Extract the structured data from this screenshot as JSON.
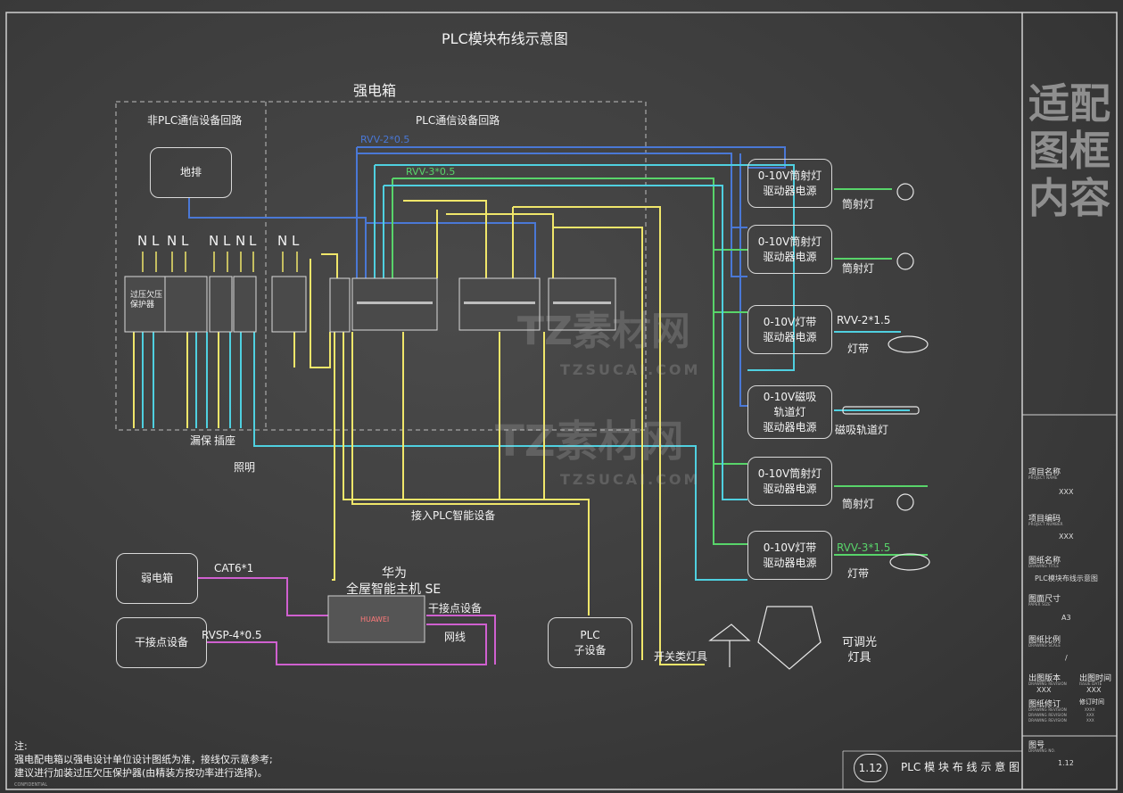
{
  "title": "PLC模块布线示意图",
  "strong_box_label": "强电箱",
  "zones": {
    "non_plc": "非PLC通信设备回路",
    "plc": "PLC通信设备回路"
  },
  "floor_drain": "地排",
  "terminal_labels": [
    "N",
    "L",
    "N",
    "L",
    "N",
    "L",
    "N",
    "L",
    "N",
    "L"
  ],
  "protector_label": "过压欠压\n保护器",
  "output_labels": {
    "leakage": "漏保",
    "socket": "插座",
    "lighting": "照明"
  },
  "cables": {
    "rvv_2_05": "RVV-2*0.5",
    "rvv_3_05": "RVV-3*0.5",
    "rvv_2_15": "RVV-2*1.5",
    "rvv_3_15": "RVV-3*1.5",
    "cat6": "CAT6*1",
    "rvsp": "RVSP-4*0.5"
  },
  "access_label": "接入PLC智能设备",
  "drivers": [
    {
      "label": "0-10V筒射灯\n驱动器电源",
      "fixture": "筒射灯"
    },
    {
      "label": "0-10V筒射灯\n驱动器电源",
      "fixture": "筒射灯"
    },
    {
      "label": "0-10V灯带\n驱动器电源",
      "fixture": "灯带"
    },
    {
      "label": "0-10V磁吸\n轨道灯\n驱动器电源",
      "fixture": "磁吸轨道灯"
    },
    {
      "label": "0-10V筒射灯\n驱动器电源",
      "fixture": "筒射灯"
    },
    {
      "label": "0-10V灯带\n驱动器电源",
      "fixture": "灯带"
    }
  ],
  "weak_box": "弱电箱",
  "dry_contact_device": "干接点设备",
  "host": {
    "line1": "华为",
    "line2": "全屋智能主机 SE",
    "brand": "HUAWEI",
    "dry_contact": "干接点设备",
    "network": "网线"
  },
  "plc_sub": "PLC\n子设备",
  "switch_lamp": "开关类灯具",
  "dimmable": "可调光\n灯具",
  "notes": {
    "heading": "注:",
    "line1": "强电配电箱以强电设计单位设计图纸为准，接线仅示意参考;",
    "line2": "建议进行加装过压欠压保护器(由精装方按功率进行选择)。",
    "confidential": "CONFIDENTIAL"
  },
  "side_title": "适配图框内容",
  "title_block": {
    "project_name": {
      "label": "项目名称",
      "sub": "PROJECT NAME",
      "value": "XXX"
    },
    "project_number": {
      "label": "项目编码",
      "sub": "PROJECT NUMBER",
      "value": "XXX"
    },
    "drawing_title": {
      "label": "图纸名称",
      "sub": "DRAWING TITLE",
      "value": "PLC模块布线示意图"
    },
    "paper_size": {
      "label": "图面尺寸",
      "sub": "PAPER SIZE",
      "value": "A3"
    },
    "drawing_scale": {
      "label": "图纸比例",
      "sub": "DRAWING SCALE",
      "value": "/"
    },
    "revision": {
      "label": "出图版本",
      "sub": "DRAWING REVISION",
      "value": "XXX"
    },
    "issue_date": {
      "label": "出图时间",
      "sub": "ISSUE DATE",
      "value": "XXX"
    },
    "revision2": {
      "label": "图纸修订",
      "sub": "DRAWING REVISION",
      "sub2": "DRAWING REVISION",
      "sub3": "DRAWING REVISION"
    },
    "revision_time": {
      "label": "修订时间",
      "v1": "XXXX",
      "v2": "XXX",
      "v3": "XXX"
    },
    "drawing_no": {
      "label": "图号",
      "sub": "DRAWING NO.",
      "value": "1.12"
    }
  },
  "footer": {
    "badge": "1.12",
    "title": "PLC 模 块 布 线 示 意 图"
  },
  "watermark": {
    "brand": "TZ素材网",
    "url": "TZSUCAI.COM"
  },
  "colors": {
    "blue": "#4a78d6",
    "cyan": "#4fd0e0",
    "green": "#58d46a",
    "yellow": "#f0e66a",
    "magenta": "#d060d0"
  }
}
